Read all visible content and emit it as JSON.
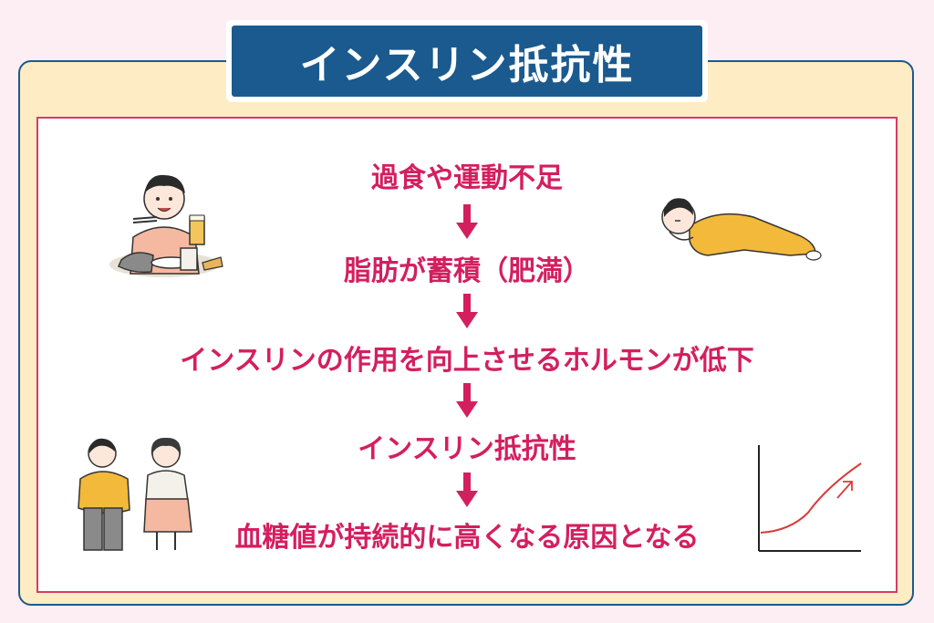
{
  "title": "インスリン抵抗性",
  "steps": [
    "過食や運動不足",
    "脂肪が蓄積（肥満）",
    "インスリンの作用を向上させるホルモンが低下",
    "インスリン抵抗性",
    "血糖値が持続的に高くなる原因となる"
  ],
  "colors": {
    "navy": "#1a5a8e",
    "pink_text": "#d41f5e",
    "frame_border": "#d93a6a",
    "beige": "#fdecc4",
    "background": "#fdeef4"
  },
  "icons": [
    "eating-person-illustration",
    "lying-person-illustration",
    "worried-couple-illustration",
    "rising-curve-graph"
  ]
}
